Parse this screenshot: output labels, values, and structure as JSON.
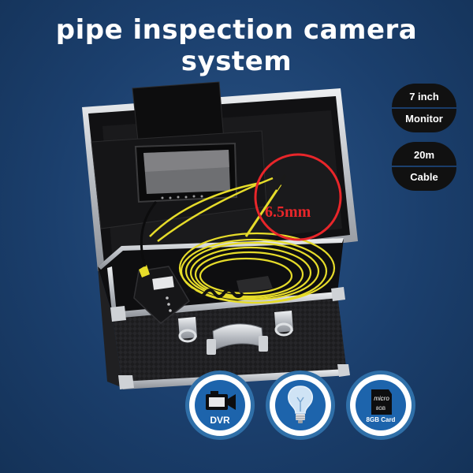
{
  "title": "pipe inspection camera system",
  "badges": [
    {
      "top": "7 inch",
      "bottom": "Monitor"
    },
    {
      "top": "20m",
      "bottom": "Cable"
    }
  ],
  "callout": {
    "label": "6.5mm",
    "color": "#e8262a"
  },
  "features": [
    {
      "icon": "camcorder-icon",
      "label": "DVR"
    },
    {
      "icon": "light-bulb-icon",
      "label": ""
    },
    {
      "icon": "micro-sd-card-icon",
      "label": "8GB Card",
      "card_text": "micro",
      "card_size": "8GB"
    }
  ],
  "colors": {
    "background": "#1b3f6d",
    "feature_fill": "#1d64ac",
    "cable": "#e6dc2a",
    "case_frame": "#c9ccd0"
  }
}
